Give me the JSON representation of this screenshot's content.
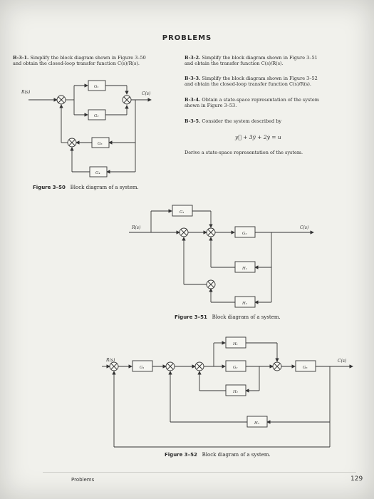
{
  "header": {
    "title": "PROBLEMS"
  },
  "problems": {
    "b31": {
      "num": "B-3-1.",
      "line1": "Simplify the block diagram shown in Figure 3–50",
      "line2": "and obtain the closed-loop transfer function C(s)/R(s)."
    },
    "b32": {
      "num": "B-3-2.",
      "line1": "Simplify the block diagram shown in Figure 3–51",
      "line2": "and obtain the transfer function C(s)/R(s)."
    },
    "b33": {
      "num": "B-3-3.",
      "line1": "Simplify the block diagram shown in Figure 3–52",
      "line2": "and obtain the closed-loop transfer function C(s)/R(s)."
    },
    "b34": {
      "num": "B-3-4.",
      "line1": "Obtain a state-space representation of the system",
      "line2": "shown in Figure 3–53."
    },
    "b35": {
      "num": "B-3-5.",
      "line1": "Consider the system described by",
      "equation": "y⃛ + 3ÿ + 2ẏ = u",
      "line2": "Derive a state-space representation of the system."
    }
  },
  "figures": {
    "f350": {
      "label": "Figure 3–50",
      "text": "Block diagram of a system.",
      "R": "R(s)",
      "C": "C(s)",
      "blocks": [
        "G₁",
        "G₂",
        "G₃",
        "G₄"
      ]
    },
    "f351": {
      "label": "Figure 3–51",
      "text": "Block diagram of a system.",
      "R": "R(s)",
      "C": "C(s)",
      "blocks": [
        "G₁",
        "G₂",
        "H₁",
        "H₂"
      ]
    },
    "f352": {
      "label": "Figure 3–52",
      "text": "Block diagram of a system.",
      "R": "R(s)",
      "C": "C(s)",
      "blocks": [
        "G₁",
        "G₂",
        "G₃",
        "H₁",
        "H₂",
        "H₃"
      ]
    }
  },
  "footer": {
    "section": "Problems",
    "page": "129"
  }
}
